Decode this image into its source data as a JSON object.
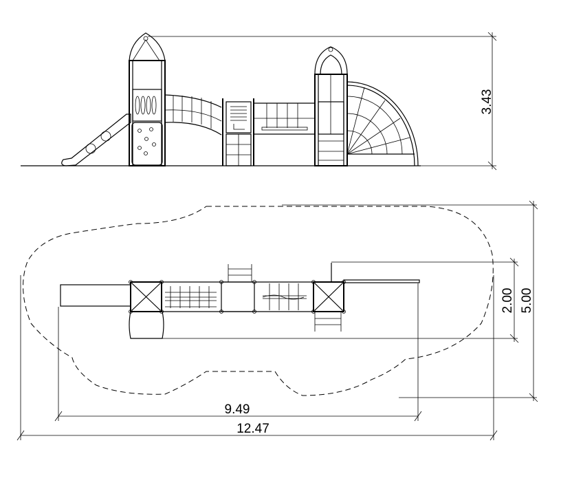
{
  "drawing": {
    "elevation": {
      "height_dimension": "3.43"
    },
    "plan": {
      "depth_dimension_inner": "2.00",
      "depth_dimension_outer": "5.00",
      "length_dimension_inner": "9.49",
      "length_dimension_outer": "12.47"
    }
  }
}
